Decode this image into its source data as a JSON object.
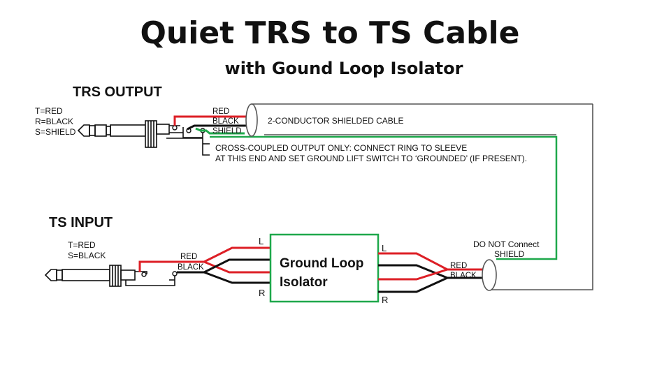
{
  "title": "Quiet TRS to TS Cable",
  "subtitle": "with Gound Loop Isolator",
  "trs": {
    "heading": "TRS OUTPUT",
    "pin_tip": "T=RED",
    "pin_ring": "R=BLACK",
    "pin_sleeve": "S=SHIELD",
    "wire_red": "RED",
    "wire_black": "BLACK",
    "wire_shield": "SHIELD",
    "cable_label": "2-CONDUCTOR SHIELDED CABLE",
    "note_line1": "CROSS-COUPLED OUTPUT ONLY: CONNECT RING TO SLEEVE",
    "note_line2": "AT THIS END AND SET GROUND LIFT SWITCH TO ‘GROUNDED’ (IF PRESENT)."
  },
  "ts": {
    "heading": "TS INPUT",
    "pin_tip": "T=RED",
    "pin_sleeve": "S=BLACK",
    "wire_red": "RED",
    "wire_black": "BLACK"
  },
  "isolator": {
    "line1": "Ground Loop",
    "line2": "Isolator",
    "left_top": "L",
    "left_bottom": "R",
    "right_top": "L",
    "right_bottom": "R"
  },
  "far_end": {
    "note_line1": "DO NOT Connect",
    "note_line2": "SHIELD",
    "wire_red": "RED",
    "wire_black": "BLACK"
  },
  "colors": {
    "red_wire": "#dd1f26",
    "black_wire": "#111111",
    "shield_wire": "#1ea84b",
    "cable_outline": "#555555"
  }
}
